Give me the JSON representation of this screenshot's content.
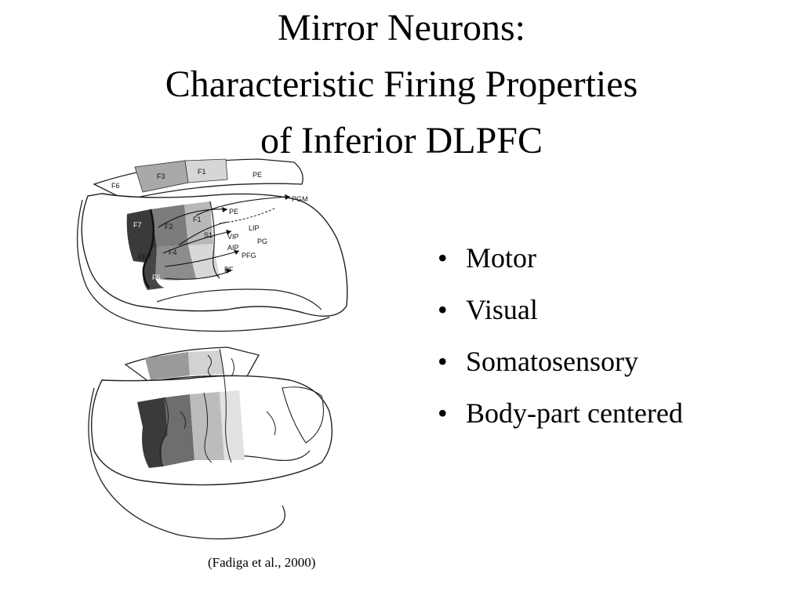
{
  "title": {
    "line1": "Mirror Neurons:",
    "line2": "Characteristic Firing Properties",
    "line3": "of Inferior DLPFC"
  },
  "bullets": [
    {
      "marker": "•",
      "text": "Motor"
    },
    {
      "marker": "•",
      "text": "Visual"
    },
    {
      "marker": "•",
      "text": "Somatosensory"
    },
    {
      "marker": "•",
      "text": "Body-part centered"
    }
  ],
  "figure": {
    "labels": {
      "f6": "F6",
      "f3": "F3",
      "f1_top": "F1",
      "pe_top": "PE",
      "pgm": "PGM",
      "f7": "F7",
      "f2": "F2",
      "f1": "F1",
      "pe": "PE",
      "s1": "S1",
      "lip": "LIP",
      "vip": "VIP",
      "pg": "PG",
      "aip": "AIP",
      "pfg": "PFG",
      "fef": "FEF",
      "f4": "F4",
      "f5": "F5",
      "pf": "PF"
    },
    "colors": {
      "dark": "#3a3a3a",
      "medium": "#8a8a8a",
      "light": "#bdbdbd",
      "pale": "#dcdcdc"
    }
  },
  "citation": "(Fadiga et al., 2000)"
}
